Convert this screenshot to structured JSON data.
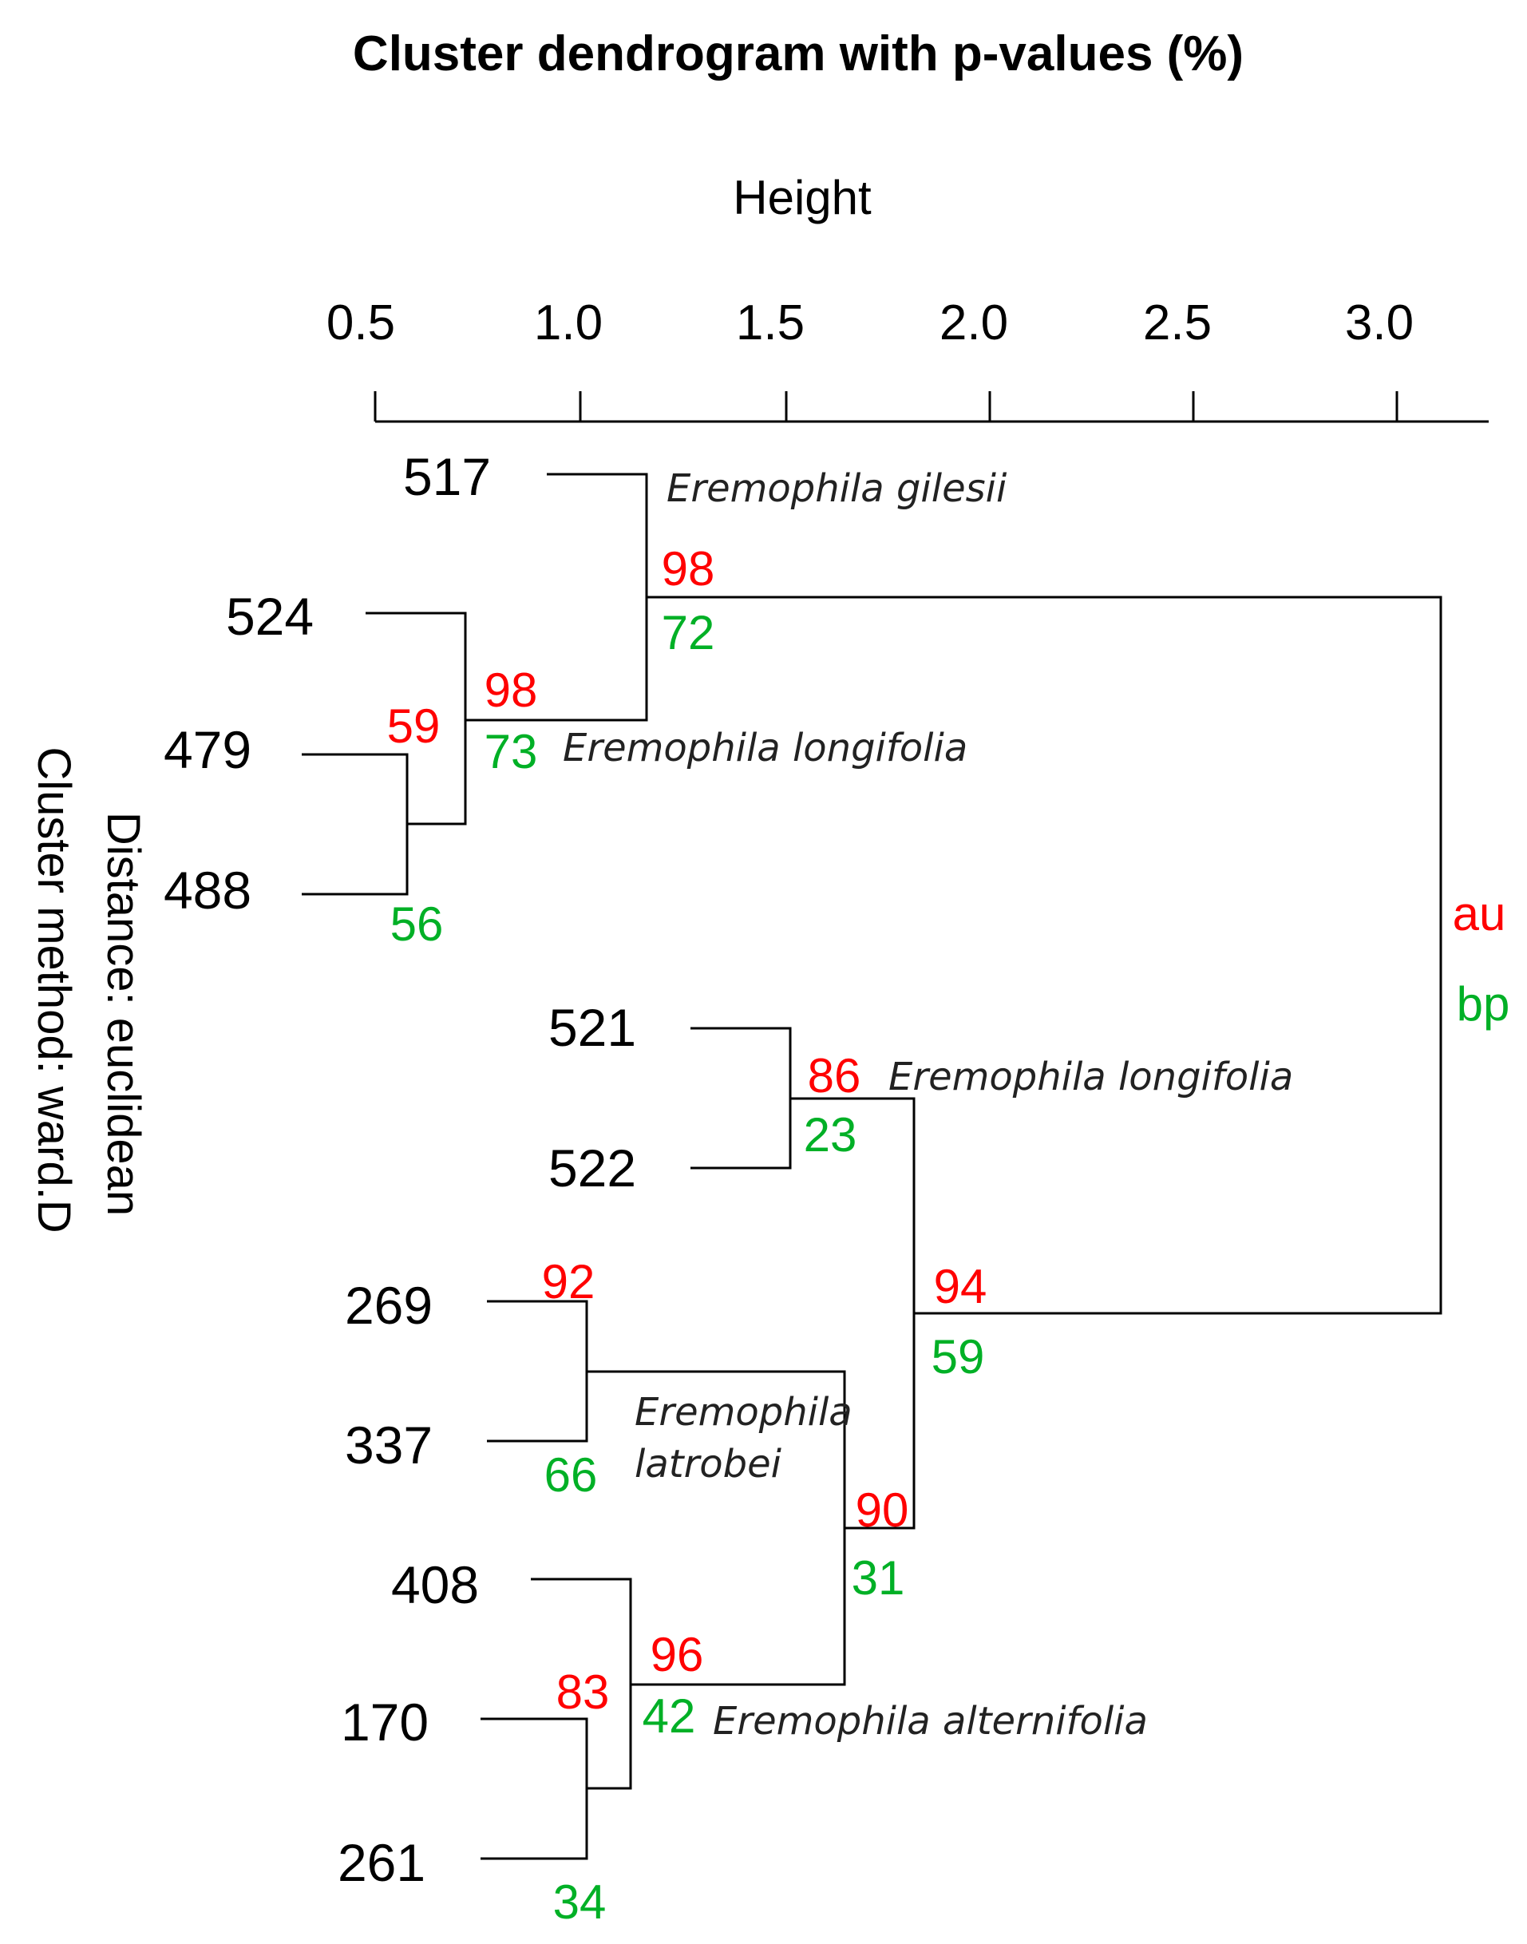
{
  "title": "Cluster dendrogram with p-values (%)",
  "axis": {
    "label": "Height",
    "ticks": [
      "0.5",
      "1.0",
      "1.5",
      "2.0",
      "2.5",
      "3.0"
    ]
  },
  "side_labels": {
    "distance": "Distance: euclidean",
    "method": "Cluster method: ward.D"
  },
  "legend": {
    "au": "au",
    "bp": "bp"
  },
  "colors": {
    "au": "#ff0000",
    "bp": "#00b026",
    "lines": "#000000"
  },
  "leaves": [
    "517",
    "524",
    "479",
    "488",
    "521",
    "522",
    "269",
    "337",
    "408",
    "170",
    "261"
  ],
  "merges": [
    {
      "id": "n479_488",
      "children": [
        "479",
        "488"
      ],
      "height": 0.58,
      "au": "59",
      "bp": "56"
    },
    {
      "id": "n524",
      "children": [
        "524",
        "n479_488"
      ],
      "height": 0.72,
      "au": "98",
      "bp": "73"
    },
    {
      "id": "n517",
      "children": [
        "517",
        "n524"
      ],
      "height": 1.17,
      "au": "98",
      "bp": "72"
    },
    {
      "id": "n521_522",
      "children": [
        "521",
        "522"
      ],
      "height": 1.51,
      "au": "86",
      "bp": "23"
    },
    {
      "id": "n269_337",
      "children": [
        "269",
        "337"
      ],
      "height": 1.02,
      "au": "92",
      "bp": "66"
    },
    {
      "id": "n170_261",
      "children": [
        "170",
        "261"
      ],
      "height": 1.01,
      "au": "83",
      "bp": "34"
    },
    {
      "id": "n408",
      "children": [
        "408",
        "n170_261"
      ],
      "height": 1.13,
      "au": "96",
      "bp": "42"
    },
    {
      "id": "n_lat_alt",
      "children": [
        "n269_337",
        "n408"
      ],
      "height": 1.65,
      "au": "90",
      "bp": "31"
    },
    {
      "id": "n_lower",
      "children": [
        "n521_522",
        "n_lat_alt"
      ],
      "height": 1.82,
      "au": "94",
      "bp": "59"
    },
    {
      "id": "root",
      "children": [
        "n517",
        "n_lower"
      ],
      "height": 3.1,
      "au": "",
      "bp": ""
    }
  ],
  "species": {
    "gilesii": "Eremophila gilesii",
    "longifolia_1": "Eremophila longifolia",
    "longifolia_2": "Eremophila longifolia",
    "latrobei_line1": "Eremophila",
    "latrobei_line2": "latrobei",
    "alternifolia": "Eremophila alternifolia"
  }
}
